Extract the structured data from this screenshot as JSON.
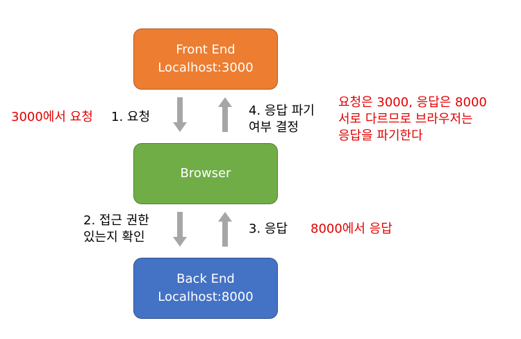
{
  "nodes": {
    "frontend": {
      "line1": "Front End",
      "line2": "Localhost:3000",
      "color": "#ed7d31"
    },
    "browser": {
      "line1": "Browser",
      "color": "#70ad47"
    },
    "backend": {
      "line1": "Back End",
      "line2": "Localhost:8000",
      "color": "#4472c4"
    }
  },
  "edges": {
    "request": {
      "label": "1. 요청",
      "direction": "down"
    },
    "discard_decision": {
      "line1": "4. 응답 파기",
      "line2": "여부 결정",
      "direction": "up"
    },
    "access_check": {
      "line1": "2. 접근 권한",
      "line2": "있는지 확인",
      "direction": "down"
    },
    "response": {
      "label": "3. 응답",
      "direction": "up"
    }
  },
  "annotations": {
    "request_from": "3000에서 요청",
    "response_from": "8000에서 응답",
    "explanation": {
      "line1": "요청은 3000, 응답은 8000",
      "line2": "서로 다르므로 브라우저는",
      "line3": "응답을 파기한다"
    },
    "color": "#e00000"
  },
  "arrow_color": "#a6a6a6"
}
